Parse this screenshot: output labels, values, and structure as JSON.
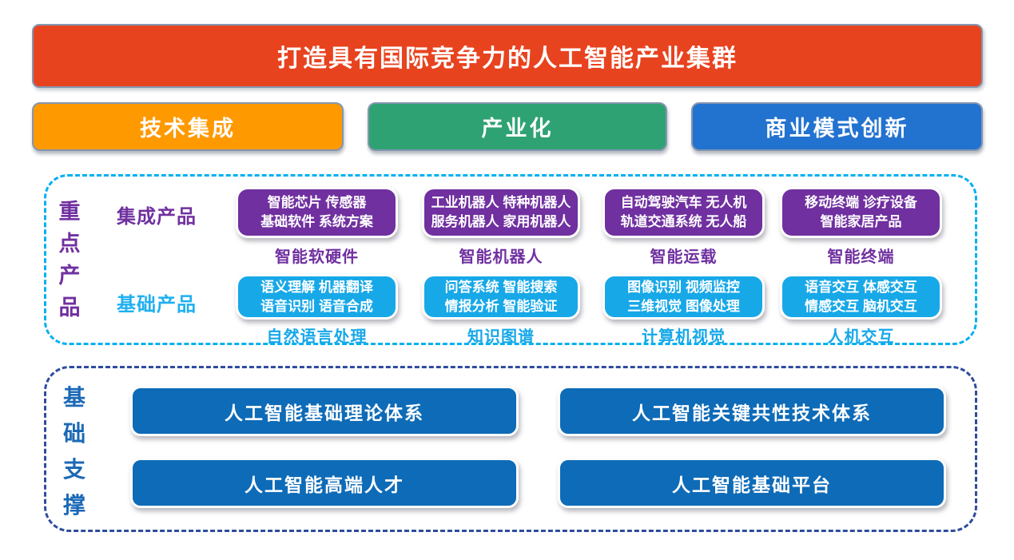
{
  "banner": {
    "title": "打造具有国际竞争力的人工智能产业集群"
  },
  "pillars": [
    {
      "label": "技术集成"
    },
    {
      "label": "产业化"
    },
    {
      "label": "商业模式创新"
    }
  ],
  "products": {
    "side_label": "重点产品",
    "rows": [
      {
        "label": "集成产品",
        "items": [
          {
            "line1": "智能芯片 传感器",
            "line2": "基础软件 系统方案",
            "caption": "智能软硬件"
          },
          {
            "line1": "工业机器人 特种机器人",
            "line2": "服务机器人 家用机器人",
            "caption": "智能机器人"
          },
          {
            "line1": "自动驾驶汽车 无人机",
            "line2": "轨道交通系统 无人船",
            "caption": "智能运载"
          },
          {
            "line1": "移动终端 诊疗设备",
            "line2": "智能家居产品",
            "caption": "智能终端"
          }
        ]
      },
      {
        "label": "基础产品",
        "items": [
          {
            "line1": "语义理解 机器翻译",
            "line2": "语音识别 语音合成",
            "caption": "自然语言处理"
          },
          {
            "line1": "问答系统 智能搜索",
            "line2": "情报分析 智能验证",
            "caption": "知识图谱"
          },
          {
            "line1": "图像识别 视频监控",
            "line2": "三维视觉 图像处理",
            "caption": "计算机视觉"
          },
          {
            "line1": "语音交互 体感交互",
            "line2": "情感交互 脑机交互",
            "caption": "人机交互"
          }
        ]
      }
    ]
  },
  "foundation": {
    "side_label": "基础支撑",
    "items": [
      {
        "label": "人工智能基础理论体系"
      },
      {
        "label": "人工智能关键共性技术体系"
      },
      {
        "label": "人工智能高端人才"
      },
      {
        "label": "人工智能基础平台"
      }
    ]
  },
  "colors": {
    "banner_red": "#E8431F",
    "pillar_orange": "#FF9900",
    "pillar_green": "#2FA273",
    "pillar_blue": "#2272D0",
    "product_purple": "#7030A0",
    "product_cyan": "#17A8E8",
    "foundation_blue": "#0E6BB7",
    "dashed_cyan": "#00B0F0",
    "dashed_navy": "#2E4C9E",
    "side_label_purple": "#7030A0",
    "side_label_blue": "#1B69B6",
    "box_outline_slate": "#8496B0"
  }
}
